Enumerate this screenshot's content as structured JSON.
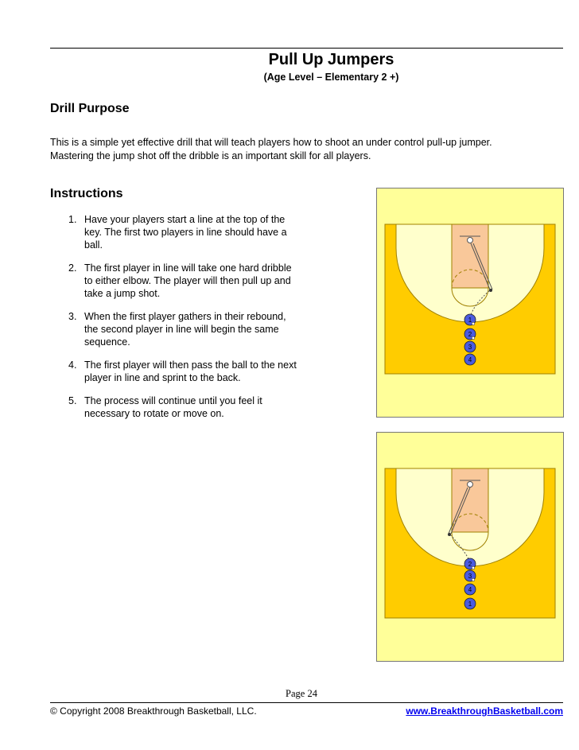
{
  "header": {
    "title": "Pull Up Jumpers",
    "subtitle": "(Age Level – Elementary 2 +)"
  },
  "purpose": {
    "heading": "Drill Purpose",
    "lines": [
      "This is a simple yet effective drill that will teach players how to shoot an under control pull-up jumper.",
      "Mastering the jump shot off the dribble is an important skill for all players."
    ]
  },
  "instructions": {
    "heading": "Instructions",
    "steps": [
      {
        "num": "1.",
        "text": "Have your players start a line at the top of the key.  The first two players in line should have a ball."
      },
      {
        "num": "2.",
        "text": "The first player in line will take one hard dribble to either elbow.  The player will then pull up and take a jump shot."
      },
      {
        "num": "3.",
        "text": "When the first player gathers in their rebound, the second player in line will begin the same sequence."
      },
      {
        "num": "4.",
        "text": "The first player will then pass the ball to the next player in line and sprint to the back."
      },
      {
        "num": "5.",
        "text": "The process will continue until you feel it necessary to rotate or move on."
      }
    ]
  },
  "diagram_1": {
    "players": [
      "1",
      "2",
      "3",
      "4"
    ]
  },
  "diagram_2": {
    "players": [
      "2",
      "3",
      "4",
      "1"
    ]
  },
  "colors": {
    "court": "#ffcc00",
    "panel": "#ffff99",
    "key": "#f9c89a",
    "arc": "#ffffcc",
    "player": "#4a5be0"
  },
  "footer": {
    "page": "Page 24",
    "copyright": "© Copyright 2008 Breakthrough Basketball, LLC.",
    "website": "www.BreakthroughBasketball.com"
  }
}
